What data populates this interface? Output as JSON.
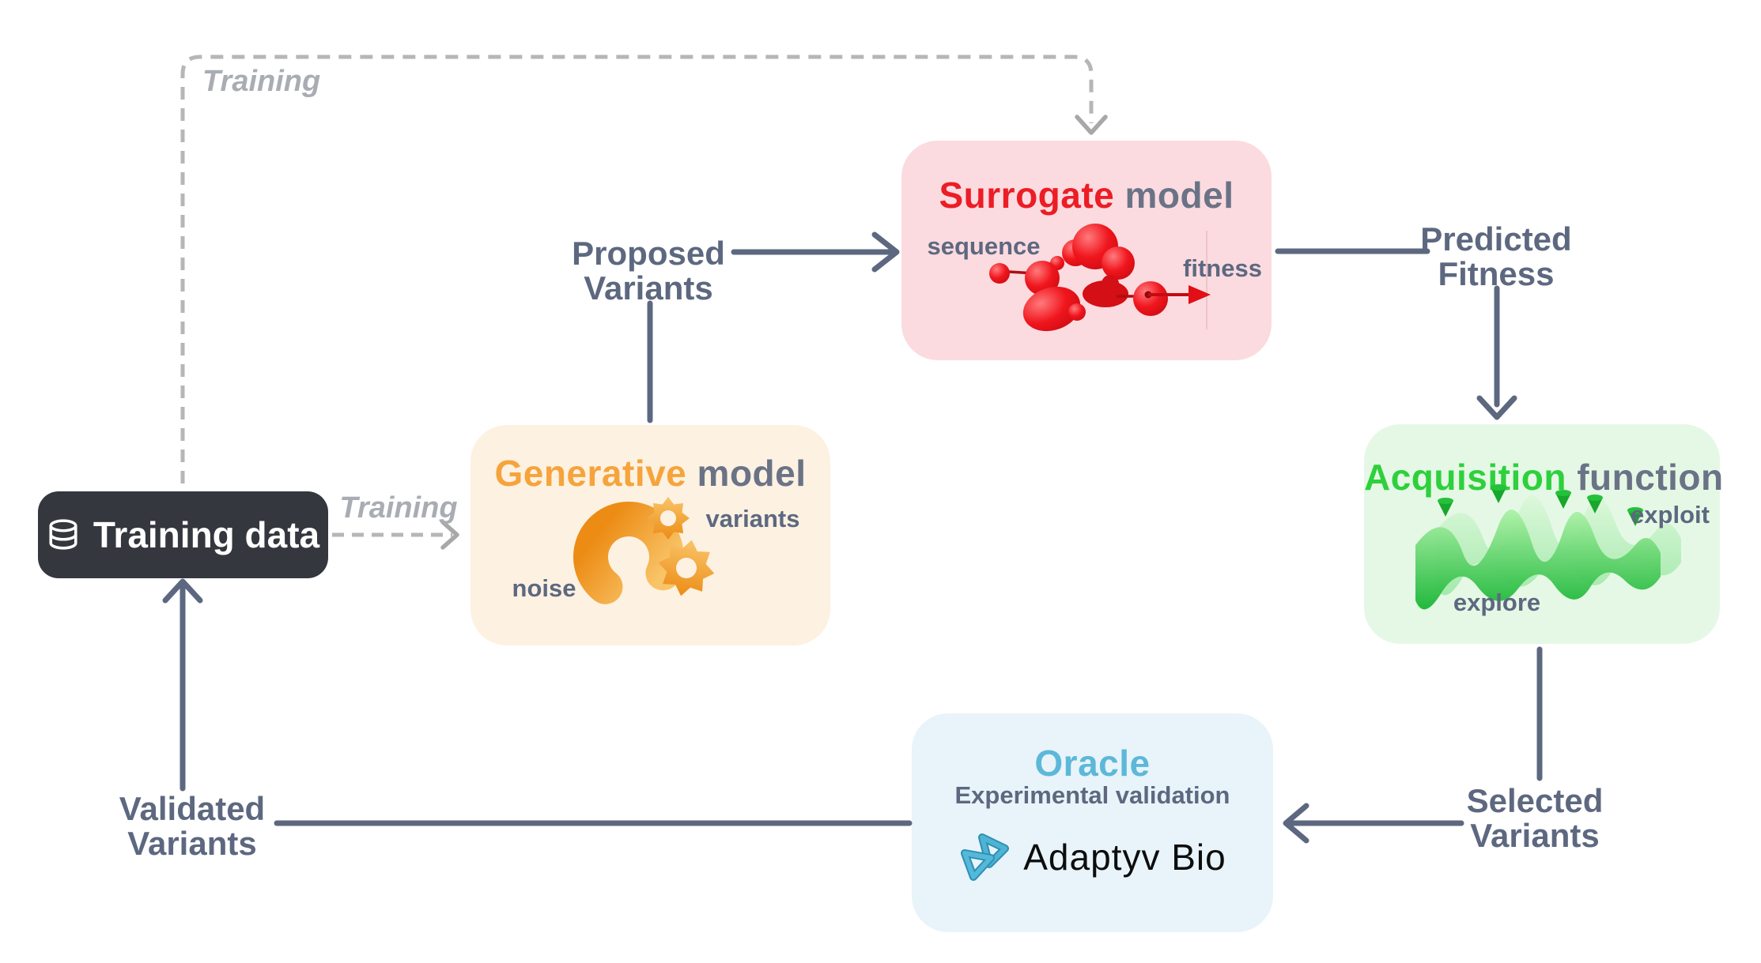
{
  "diagram": {
    "flow_labels": {
      "training_loop": "Training",
      "training_arrow": "Training",
      "proposed": [
        "Proposed",
        "Variants"
      ],
      "predicted": [
        "Predicted",
        "Fitness"
      ],
      "selected": [
        "Selected",
        "Variants"
      ],
      "validated": [
        "Validated",
        "Variants"
      ]
    },
    "nodes": {
      "training_data": {
        "label": "Training data",
        "icon": "database-icon"
      },
      "generative": {
        "title_accent": "Generative",
        "title_rest": "model",
        "input_label": "noise",
        "output_label": "variants"
      },
      "surrogate": {
        "title_accent": "Surrogate",
        "title_rest": "model",
        "input_label": "sequence",
        "output_label": "fitness"
      },
      "acquisition": {
        "title_accent": "Acquisition",
        "title_rest": "function",
        "label_exploit": "exploit",
        "label_explore": "explore"
      },
      "oracle": {
        "title": "Oracle",
        "subtitle": "Experimental validation",
        "logo_text": "Adaptyv Bio"
      }
    },
    "colors": {
      "accent_red": "#ec1d25",
      "accent_orange": "#f5a43c",
      "accent_green": "#2ed03c",
      "accent_blue": "#5cb8d9",
      "slate_text": "#5d6880",
      "dashed_gray": "#b6b6b6",
      "surrogate_bg": "#fbdbe0",
      "generative_bg": "#fdf1e1",
      "acquisition_bg": "#e5f8e5",
      "oracle_bg": "#e8f4f9",
      "training_box_bg": "#34373d",
      "adaptyv_teal": "#3fa9cb"
    }
  }
}
